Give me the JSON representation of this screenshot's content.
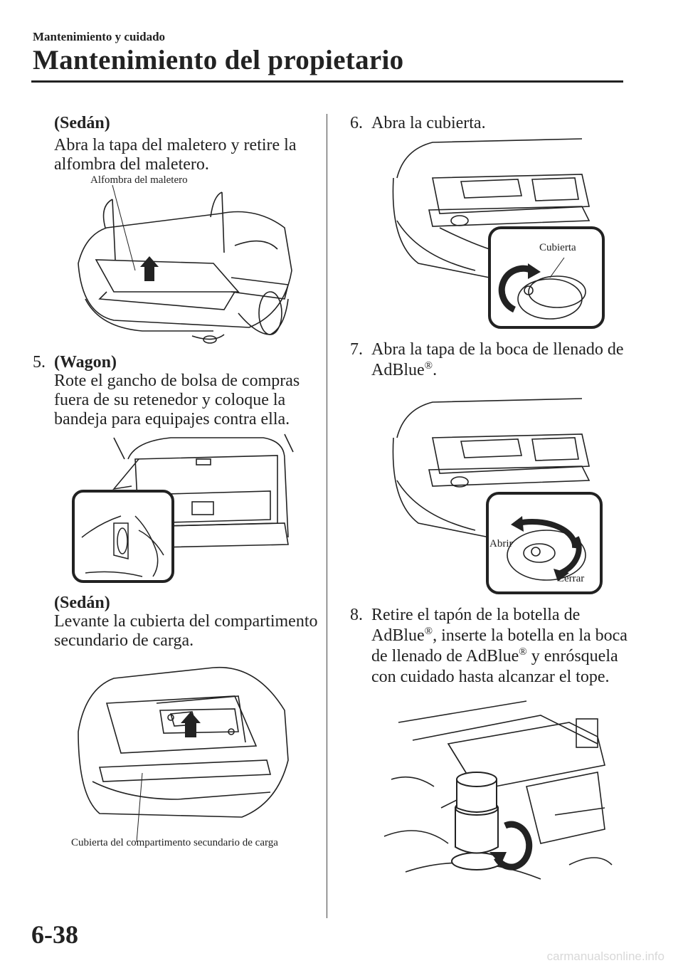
{
  "header": {
    "section": "Mantenimiento y cuidado",
    "title": "Mantenimiento del propietario"
  },
  "left": {
    "sedan1": {
      "heading": "(Sedán)",
      "lines": [
        "Abra la tapa del maletero y retire la",
        "alfombra del maletero."
      ],
      "callout": "Alfombra del maletero"
    },
    "step5": {
      "number": "5.",
      "heading": "(Wagon)",
      "lines": [
        "Rote el gancho de bolsa de compras",
        "fuera de su retenedor y coloque la",
        "bandeja para equipajes contra ella."
      ]
    },
    "sedan2": {
      "heading": "(Sedán)",
      "lines": [
        "Levante la cubierta del compartimento",
        "secundario de carga."
      ],
      "callout": "Cubierta del compartimento secundario de carga"
    }
  },
  "right": {
    "step6": {
      "number": "6.",
      "text": "Abra la cubierta.",
      "callout": "Cubierta"
    },
    "step7": {
      "number": "7.",
      "line1": "Abra la tapa de la boca de llenado de",
      "line2": "AdBlue",
      "line2_suffix": ".",
      "callout_open": "Abrir",
      "callout_close": "Cerrar"
    },
    "step8": {
      "number": "8.",
      "line1": "Retire el tapón de la botella de",
      "line2a": "AdBlue",
      "line2b": ", inserte la botella en la boca",
      "line3a": "de llenado de AdBlue",
      "line3b": " y enrósquela",
      "line4": "con cuidado hasta alcanzar el tope."
    },
    "registered_mark": "®"
  },
  "footer": {
    "page_number": "6-38",
    "watermark": "carmanualsonline.info"
  }
}
